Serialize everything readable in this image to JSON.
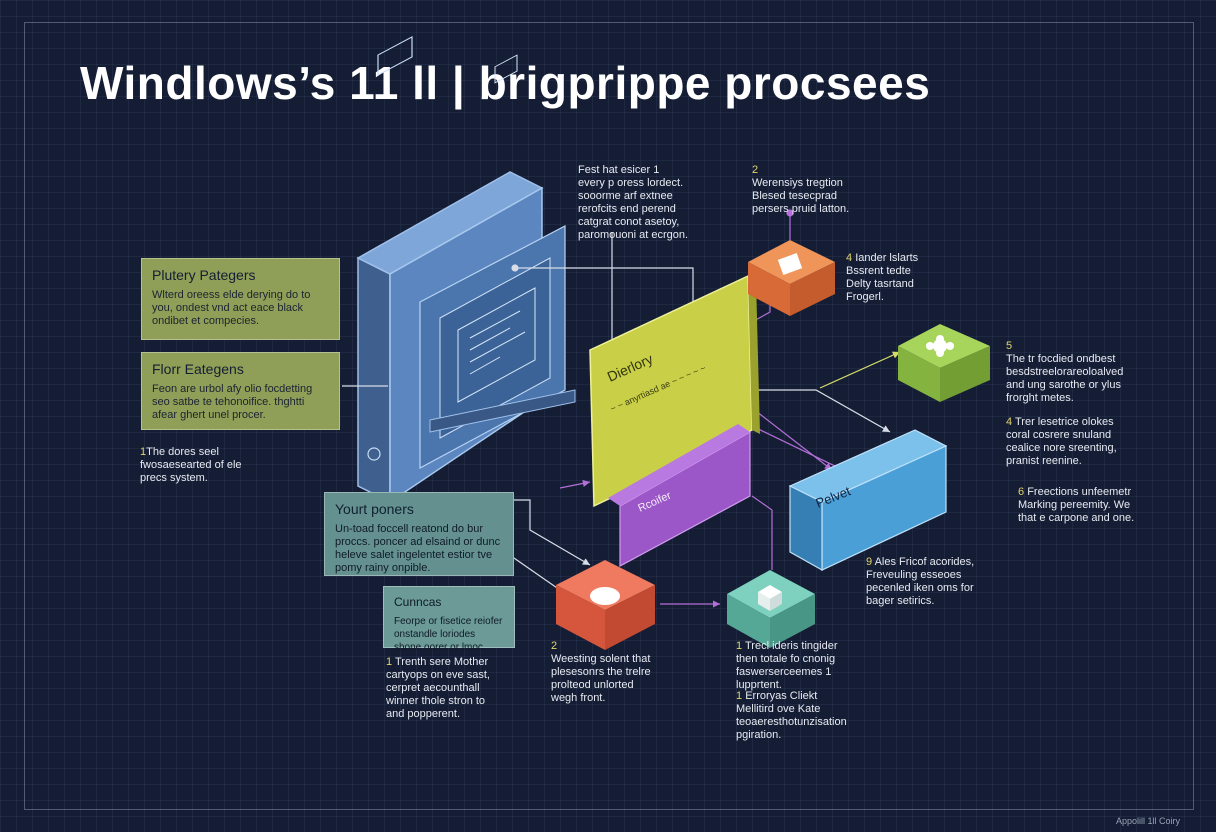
{
  "title": "Windlows’s 11 ll | brigprippe procsees",
  "footer": "Appolill 1ll Coiry",
  "cards": {
    "plutery": {
      "title": "Plutery Pategers",
      "body": "Wlterd oreess elde derying do to you, ondest vnd act eace black ondibet et compecies."
    },
    "flor": {
      "title": "Florr Eategens",
      "body": "Feon are urbol afy olio focdetting seo satbe te tehonoifice. thghtti afear ghert unel procer."
    },
    "yourt": {
      "title": "Yourt poners",
      "body": "Un-toad foccell reatond do bur proccs. poncer ad elsaind or dunc heleve salet ingelentet estior tve pomy rainy onpible."
    },
    "cunnas": {
      "title": "Cunncas",
      "body": "Feorpe or fisetice reiofer onstandle loriodes shone oorer or lmoc."
    }
  },
  "notes": {
    "left1": {
      "num": "1",
      "text": "The dores seel\nfwosaesearted of ele\nprecs system."
    },
    "top1": {
      "num": "",
      "text": "Fest hat esicer 1\nevery p oress lordect.\nsooorme arf extnee\nrerofcits end perend\ncatgrat conot asetoy,\nparomouoni at ecrgon."
    },
    "top2": {
      "num": "2",
      "text": "Werensiys tregtion\nBlesed tesecprad\npersers pruid latton."
    },
    "r4a": {
      "num": "4",
      "text": "Iander lslarts\nBssrent tedte\nDelty tasrtand\nFrogerl."
    },
    "r5": {
      "num": "5",
      "text": "The tr focdied ondbest\nbesdstreelorareoloalved\nand ung sarothe or ylus\nfrorght metes."
    },
    "r4b": {
      "num": "4",
      "text": "Trer lesetrice olokes\ncoral cosrere snuland\ncealice nore sreenting,\npranist reenine."
    },
    "r6": {
      "num": "6",
      "text": "Freections unfeemetr\nMarking pereemity. We\nthat e carpone and one."
    },
    "r9": {
      "num": "9",
      "text": "Ales Fricof acorides,\nFreveuling esseoes\npecenled iken oms for\nbager setirics."
    },
    "b2": {
      "num": "2",
      "text": "Weesting solent that\nplesesonrs the trelre\nprolteod unlorted\nwegh front."
    },
    "b1a": {
      "num": "1",
      "text": "Trecl ideris tingider\nthen totale fo cnonig\nfaswerserceemes 1\nlupprtent."
    },
    "b1b": {
      "num": "1",
      "text": "Erroryas Cliekt\nMellitird ove Kate\nteoaeresthotunzisation\npgiration."
    },
    "bl1": {
      "num": "1",
      "text": "Trenth sere Mother\ncartyops on eve sast,\ncerpret aecounthall\nwinner thole stron to\nand popperent."
    }
  },
  "labels": {
    "directory": "Dierlory",
    "directory_sub": "~ ~ anyrtiasd ae ~ ~ ~ ~ ~",
    "rosfer": "Rcoifer",
    "pelvest": "Pelvet"
  },
  "colors": {
    "background": "#141d33",
    "monitor": "#5b86c0",
    "directory_panel": "#c9cf46",
    "purple_block": "#9b56c7",
    "blue_block": "#4a9fd6",
    "orange_cube": "#e2773f",
    "green_cube": "#8fbf48",
    "red_cube": "#e1634a",
    "teal_cube": "#5fb8a6",
    "connector": "#d8dde8",
    "accent_arrow": "#b46fd8"
  },
  "icons": [
    "monitor-icon",
    "window-icon",
    "square-icon",
    "gear-icon",
    "circle-icon",
    "box-icon"
  ]
}
